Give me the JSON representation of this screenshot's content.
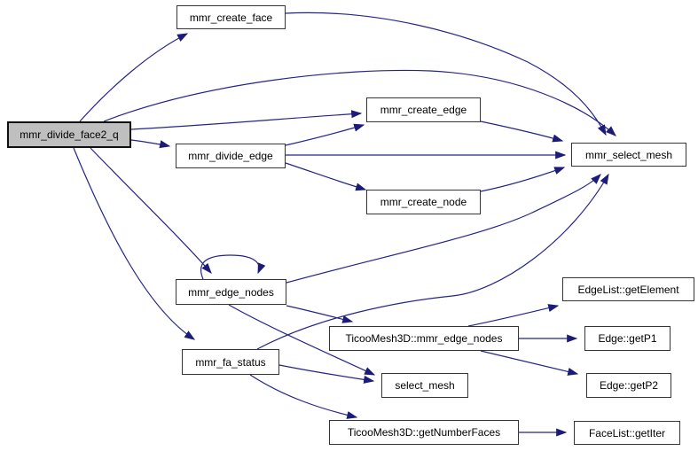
{
  "diagram": {
    "type": "call-graph",
    "background_color": "#ffffff",
    "edge_color": "#24248c",
    "arrow_color": "#1b1b7a",
    "node_fill": "#ffffff",
    "node_border_color": "#353535",
    "highlighted_node_fill": "#bfbfbf",
    "text_color": "#000000"
  },
  "nodes": [
    {
      "id": "mmr_divide_face2_q",
      "label": "mmr_divide_face2_q",
      "highlighted": true
    },
    {
      "id": "mmr_create_face",
      "label": "mmr_create_face",
      "highlighted": false
    },
    {
      "id": "mmr_create_edge",
      "label": "mmr_create_edge",
      "highlighted": false
    },
    {
      "id": "mmr_divide_edge",
      "label": "mmr_divide_edge",
      "highlighted": false
    },
    {
      "id": "mmr_create_node",
      "label": "mmr_create_node",
      "highlighted": false
    },
    {
      "id": "mmr_select_mesh",
      "label": "mmr_select_mesh",
      "highlighted": false
    },
    {
      "id": "mmr_edge_nodes",
      "label": "mmr_edge_nodes",
      "highlighted": false
    },
    {
      "id": "mmr_fa_status",
      "label": "mmr_fa_status",
      "highlighted": false
    },
    {
      "id": "TicooMesh3D_mmr_edge_nodes",
      "label": "TicooMesh3D::mmr_edge_nodes",
      "highlighted": false
    },
    {
      "id": "select_mesh",
      "label": "select_mesh",
      "highlighted": false
    },
    {
      "id": "EdgeList_getElement",
      "label": "EdgeList::getElement",
      "highlighted": false
    },
    {
      "id": "Edge_getP1",
      "label": "Edge::getP1",
      "highlighted": false
    },
    {
      "id": "Edge_getP2",
      "label": "Edge::getP2",
      "highlighted": false
    },
    {
      "id": "TicooMesh3D_getNumberFaces",
      "label": "TicooMesh3D::getNumberFaces",
      "highlighted": false
    },
    {
      "id": "FaceList_getIter",
      "label": "FaceList::getIter",
      "highlighted": false
    }
  ],
  "edges": [
    {
      "from": "mmr_divide_face2_q",
      "to": "mmr_create_face"
    },
    {
      "from": "mmr_divide_face2_q",
      "to": "mmr_select_mesh"
    },
    {
      "from": "mmr_divide_face2_q",
      "to": "mmr_create_edge"
    },
    {
      "from": "mmr_divide_face2_q",
      "to": "mmr_divide_edge"
    },
    {
      "from": "mmr_divide_face2_q",
      "to": "mmr_edge_nodes"
    },
    {
      "from": "mmr_divide_face2_q",
      "to": "mmr_fa_status"
    },
    {
      "from": "mmr_create_face",
      "to": "mmr_select_mesh"
    },
    {
      "from": "mmr_create_edge",
      "to": "mmr_select_mesh"
    },
    {
      "from": "mmr_divide_edge",
      "to": "mmr_create_edge"
    },
    {
      "from": "mmr_divide_edge",
      "to": "mmr_select_mesh"
    },
    {
      "from": "mmr_divide_edge",
      "to": "mmr_create_node"
    },
    {
      "from": "mmr_create_node",
      "to": "mmr_select_mesh"
    },
    {
      "from": "mmr_edge_nodes",
      "to": "mmr_edge_nodes"
    },
    {
      "from": "mmr_edge_nodes",
      "to": "mmr_select_mesh"
    },
    {
      "from": "mmr_edge_nodes",
      "to": "TicooMesh3D_mmr_edge_nodes"
    },
    {
      "from": "mmr_edge_nodes",
      "to": "select_mesh"
    },
    {
      "from": "mmr_fa_status",
      "to": "mmr_select_mesh"
    },
    {
      "from": "mmr_fa_status",
      "to": "select_mesh"
    },
    {
      "from": "mmr_fa_status",
      "to": "TicooMesh3D_getNumberFaces"
    },
    {
      "from": "TicooMesh3D_mmr_edge_nodes",
      "to": "EdgeList_getElement"
    },
    {
      "from": "TicooMesh3D_mmr_edge_nodes",
      "to": "Edge_getP1"
    },
    {
      "from": "TicooMesh3D_mmr_edge_nodes",
      "to": "Edge_getP2"
    },
    {
      "from": "TicooMesh3D_getNumberFaces",
      "to": "FaceList_getIter"
    }
  ]
}
